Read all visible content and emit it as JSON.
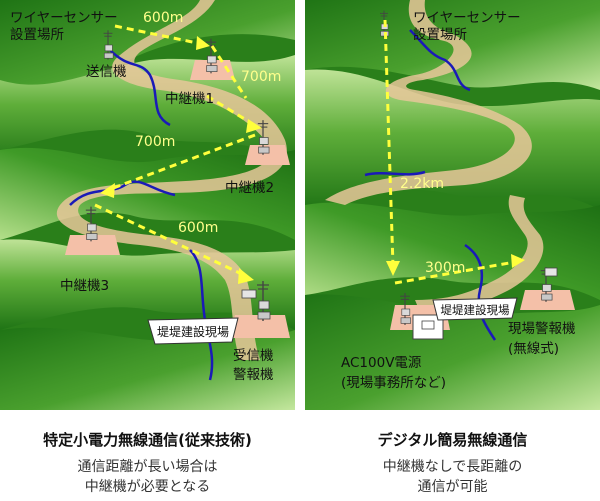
{
  "left_panel": {
    "sensor_site": [
      "ワイヤーセンサー",
      "設置場所"
    ],
    "transmitter": "送信機",
    "relay1": "中継機1",
    "relay2": "中継機2",
    "relay3": "中継機3",
    "receiver": [
      "受信機",
      "警報機"
    ],
    "site_sign": "堤堤建設現場",
    "distances": [
      "600m",
      "700m",
      "700m",
      "600m"
    ]
  },
  "right_panel": {
    "sensor_site": [
      "ワイヤーセンサー",
      "設置場所"
    ],
    "site_alarm": [
      "現場警報機",
      "(無線式)"
    ],
    "power": [
      "AC100V電源",
      "(現場事務所など)"
    ],
    "site_sign": "堤堤建設現場",
    "distances": [
      "2.2km",
      "300m"
    ]
  },
  "captions": {
    "left_title": "特定小電力無線通信(従来技術)",
    "left_desc": [
      "通信距離が長い場合は",
      "中継機が必要となる"
    ],
    "right_title": "デジタル簡易無線通信",
    "right_desc": [
      "中継機なしで長距離の",
      "通信が可能"
    ]
  },
  "colors": {
    "hill_dark": "#2a7f1a",
    "hill_light": "#bfe397",
    "road": "#e8c79a",
    "river": "#1a1ab8",
    "arrow": "#ffff3c",
    "pad": "#f4c0a8"
  }
}
